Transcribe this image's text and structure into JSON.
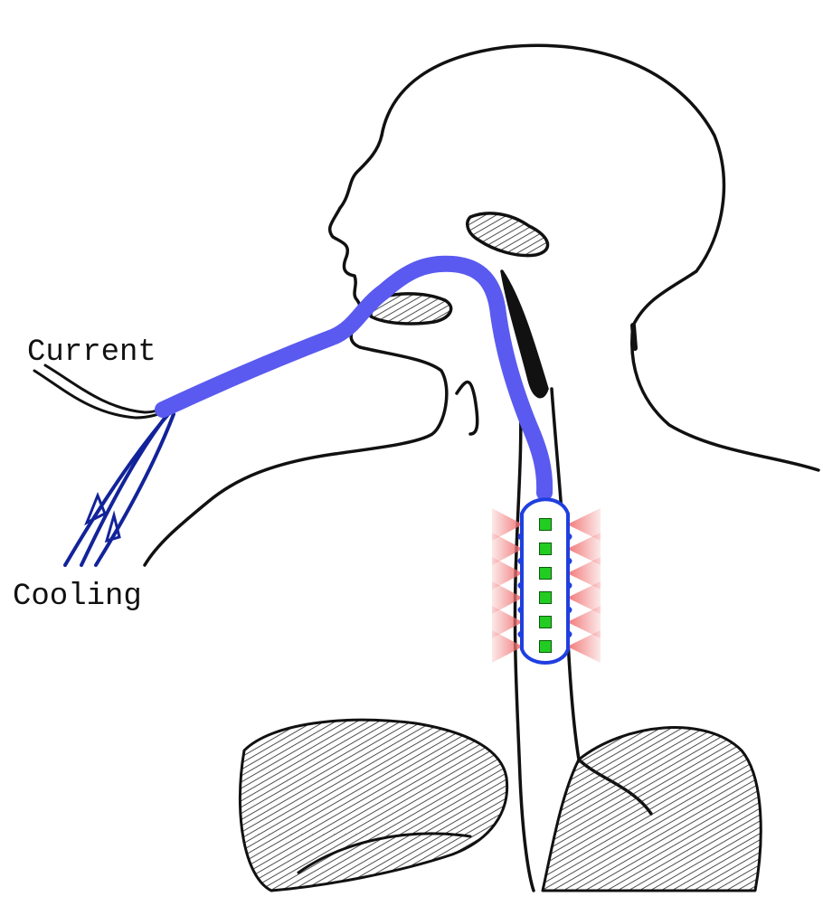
{
  "labels": {
    "current": "Current",
    "cooling": "Cooling"
  },
  "colors": {
    "catheter": "#5a5af0",
    "cooling_lines": "#12239a",
    "current_wires": "#111111",
    "balloon_outline": "#1f3fe0",
    "electrode": "#22cc22",
    "heat_zone": "#f07070",
    "anatomy_line": "#111111",
    "background": "#ffffff"
  },
  "electrodes": {
    "count": 6
  }
}
